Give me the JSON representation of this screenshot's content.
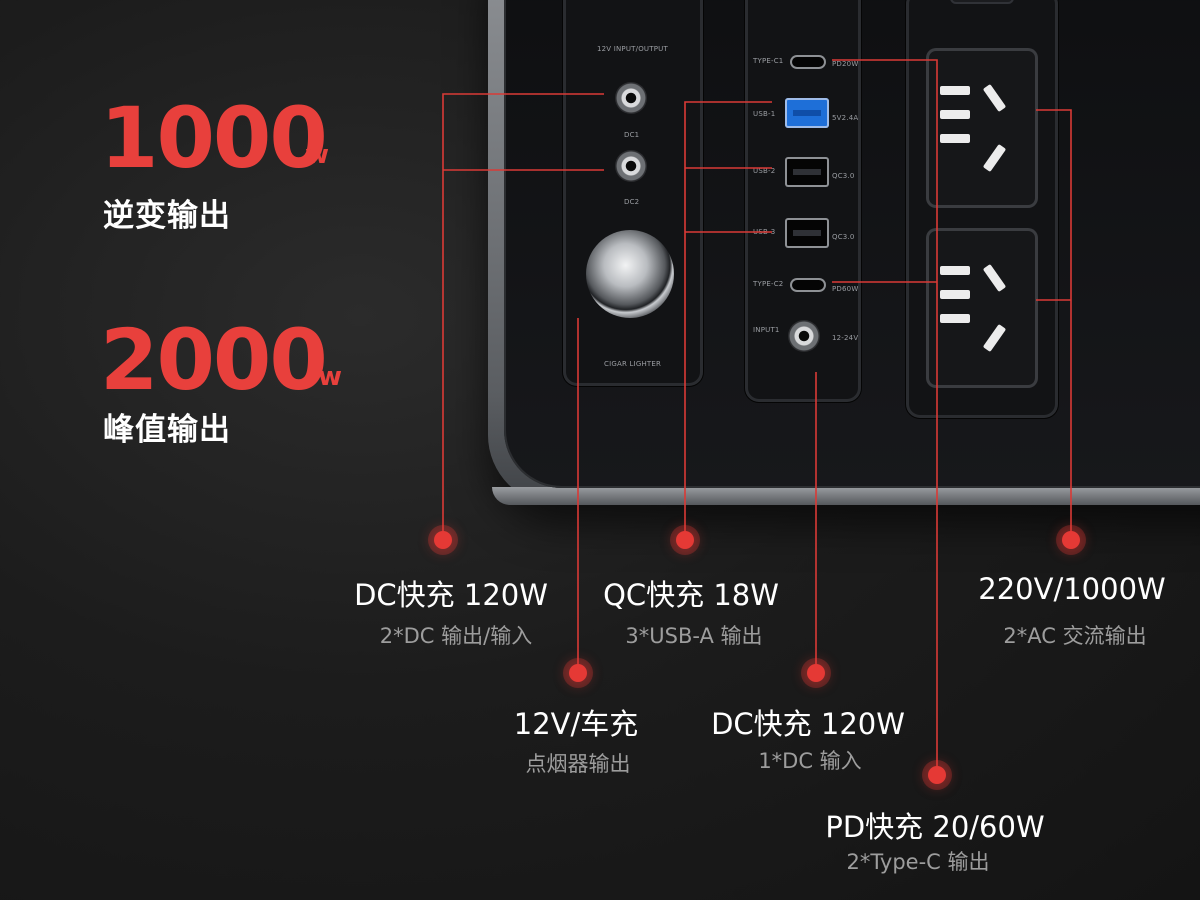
{
  "device": {
    "panel_left": {
      "header": "12V INPUT/OUTPUT",
      "dc1": "DC1",
      "dc2": "DC2",
      "cigar": "CIGAR LIGHTER"
    },
    "panel_mid": {
      "typec1": "TYPE-C1",
      "typec1_spec": "PD20W",
      "usb1": "USB-1",
      "usb1_spec": "5V2.4A",
      "usb2": "USB-2",
      "usb2_spec": "QC3.0",
      "usb3": "USB-3",
      "usb3_spec": "QC3.0",
      "typec2": "TYPE-C2",
      "typec2_spec": "PD60W",
      "input1": "INPUT1",
      "input1_spec": "12-24V"
    }
  },
  "specs": [
    {
      "value": "1000",
      "unit": "w",
      "caption": "逆变输出"
    },
    {
      "value": "2000",
      "unit": "w",
      "caption": "峰值输出"
    }
  ],
  "callouts": {
    "dc_120": {
      "title": "DC快充 120W",
      "sub": "2*DC  输出/输入"
    },
    "qc_18": {
      "title": "QC快充 18W",
      "sub": "3*USB-A  输出"
    },
    "ac_1000": {
      "title": "220V/1000W",
      "sub": "2*AC  交流输出"
    },
    "car_12v": {
      "title": "12V/车充",
      "sub": "点烟器输出"
    },
    "dc_in": {
      "title": "DC快充 120W",
      "sub": "1*DC  输入"
    },
    "pd": {
      "title": "PD快充 20/60W",
      "sub": "2*Type-C  输出"
    }
  },
  "colors": {
    "accent": "#e8403c",
    "line": "#d93a36",
    "background": "#1c1c1c",
    "sub_text": "#9d9d9d"
  }
}
